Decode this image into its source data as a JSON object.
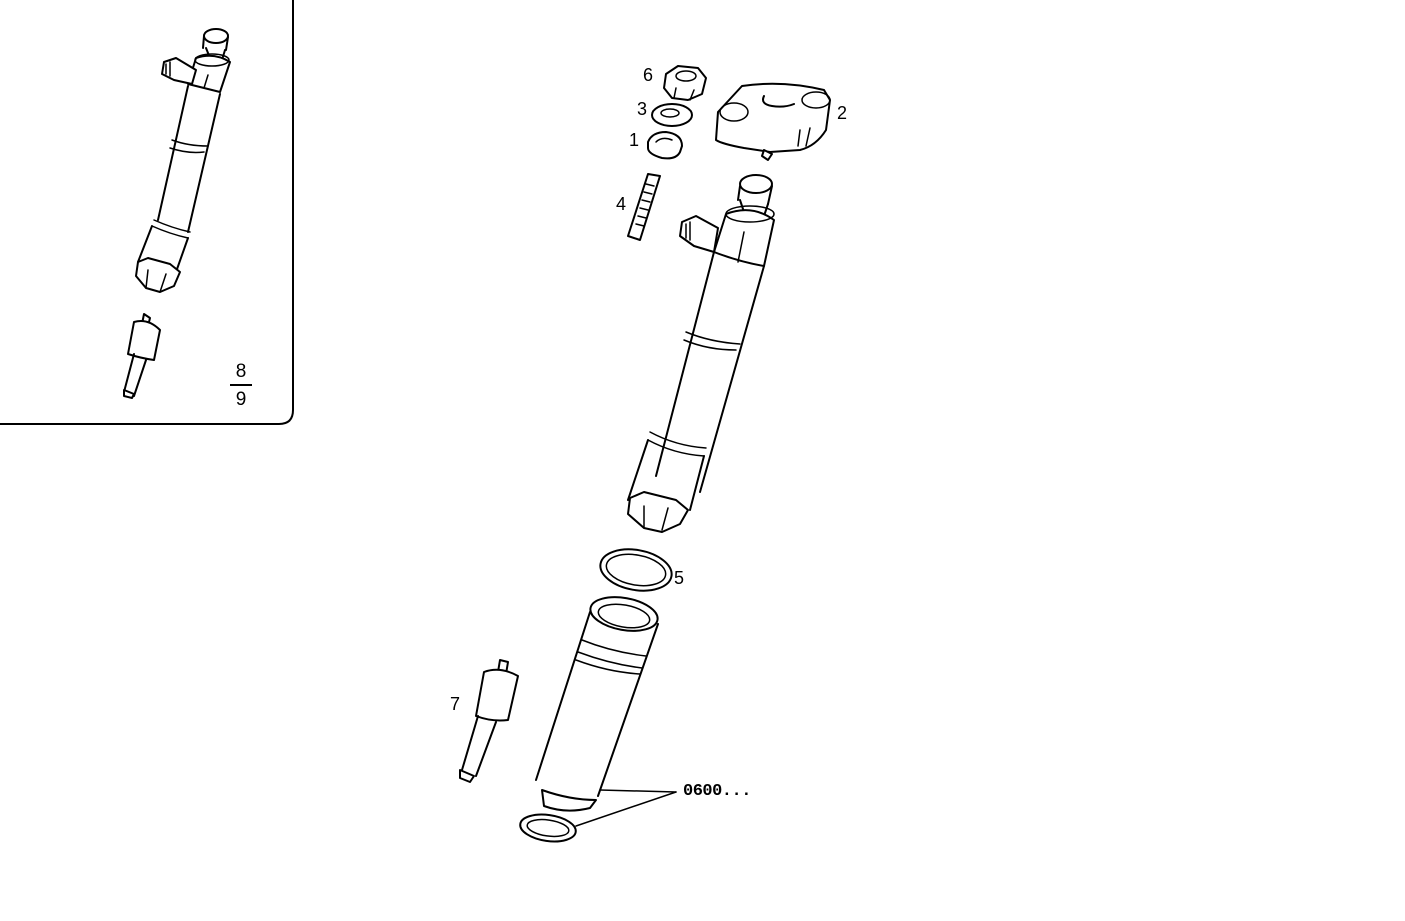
{
  "diagram": {
    "type": "exploded-parts-drawing",
    "subject": "fuel injector assembly",
    "callouts": [
      {
        "id": "1",
        "label": "1",
        "part": "sealing washer"
      },
      {
        "id": "2",
        "label": "2",
        "part": "clamp flange"
      },
      {
        "id": "3",
        "label": "3",
        "part": "washer"
      },
      {
        "id": "4",
        "label": "4",
        "part": "stud"
      },
      {
        "id": "5",
        "label": "5",
        "part": "O-ring"
      },
      {
        "id": "6",
        "label": "6",
        "part": "nut"
      },
      {
        "id": "7",
        "label": "7",
        "part": "nozzle"
      }
    ],
    "reference_label": "0600...",
    "inset": {
      "fraction_top": "8",
      "fraction_bottom": "9"
    }
  }
}
